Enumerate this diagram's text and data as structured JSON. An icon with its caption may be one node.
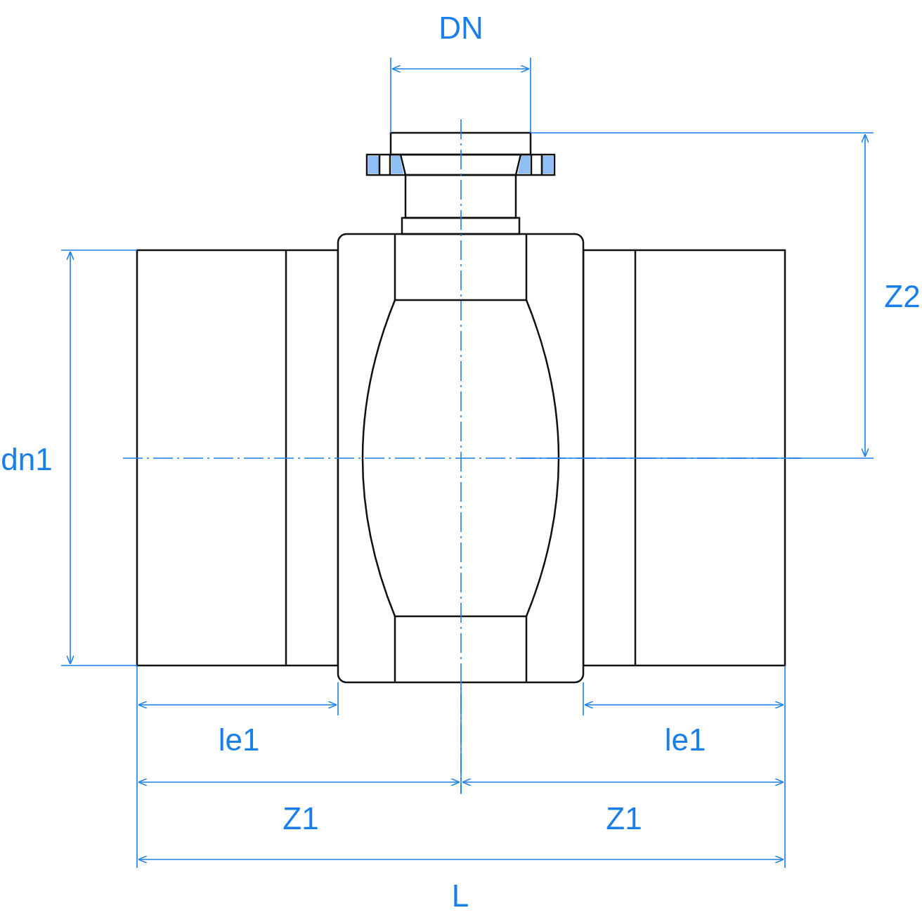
{
  "diagram": {
    "labels": [
      "DN",
      "Z2",
      "dn1",
      "le1",
      "le1",
      "Z1",
      "Z1",
      "L"
    ]
  }
}
